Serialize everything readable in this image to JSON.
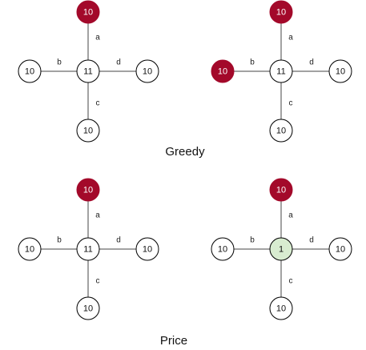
{
  "colors": {
    "default_fill": "#ffffff",
    "highlight_red": "#a3092a",
    "highlight_green": "#d8ecd0",
    "stroke": "#000000",
    "edge": "#444444"
  },
  "sections": [
    {
      "title": "Greedy",
      "graphs": [
        {
          "center": {
            "value": "11",
            "state": "default"
          },
          "top": {
            "value": "10",
            "state": "red"
          },
          "left": {
            "value": "10",
            "state": "default"
          },
          "right": {
            "value": "10",
            "state": "default"
          },
          "bottom": {
            "value": "10",
            "state": "default"
          },
          "edges": {
            "top": "a",
            "left": "b",
            "right": "d",
            "bottom": "c"
          }
        },
        {
          "center": {
            "value": "11",
            "state": "default"
          },
          "top": {
            "value": "10",
            "state": "red"
          },
          "left": {
            "value": "10",
            "state": "red"
          },
          "right": {
            "value": "10",
            "state": "default"
          },
          "bottom": {
            "value": "10",
            "state": "default"
          },
          "edges": {
            "top": "a",
            "left": "b",
            "right": "d",
            "bottom": "c"
          }
        }
      ]
    },
    {
      "title": "Price",
      "graphs": [
        {
          "center": {
            "value": "11",
            "state": "default"
          },
          "top": {
            "value": "10",
            "state": "red"
          },
          "left": {
            "value": "10",
            "state": "default"
          },
          "right": {
            "value": "10",
            "state": "default"
          },
          "bottom": {
            "value": "10",
            "state": "default"
          },
          "edges": {
            "top": "a",
            "left": "b",
            "right": "d",
            "bottom": "c"
          }
        },
        {
          "center": {
            "value": "1",
            "state": "green"
          },
          "top": {
            "value": "10",
            "state": "red"
          },
          "left": {
            "value": "10",
            "state": "default"
          },
          "right": {
            "value": "10",
            "state": "default"
          },
          "bottom": {
            "value": "10",
            "state": "default"
          },
          "edges": {
            "top": "a",
            "left": "b",
            "right": "d",
            "bottom": "c"
          }
        }
      ]
    }
  ]
}
